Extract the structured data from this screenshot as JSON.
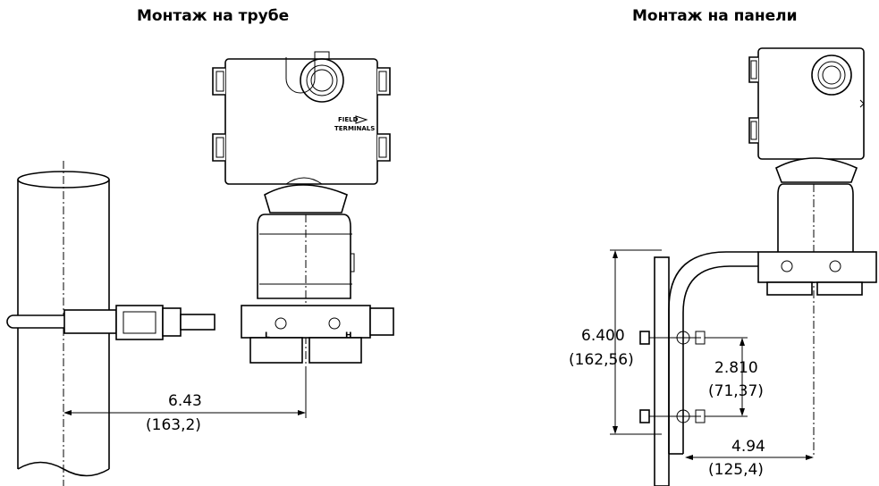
{
  "titles": {
    "pipe_mount": "Монтаж на трубе",
    "panel_mount": "Монтаж на панели"
  },
  "dimensions": {
    "pipe_width_in": "6.43",
    "pipe_width_mm": "(163,2)",
    "panel_height_in": "6.400",
    "panel_height_mm": "(162,56)",
    "bolt_spacing_in": "2.810",
    "bolt_spacing_mm": "(71,37)",
    "panel_width_in": "4.94",
    "panel_width_mm": "(125,4)"
  },
  "device_labels": {
    "field_terminals_1": "FIELD",
    "field_terminals_2": "TERMINALS",
    "low_side": "L",
    "high_side": "H"
  }
}
